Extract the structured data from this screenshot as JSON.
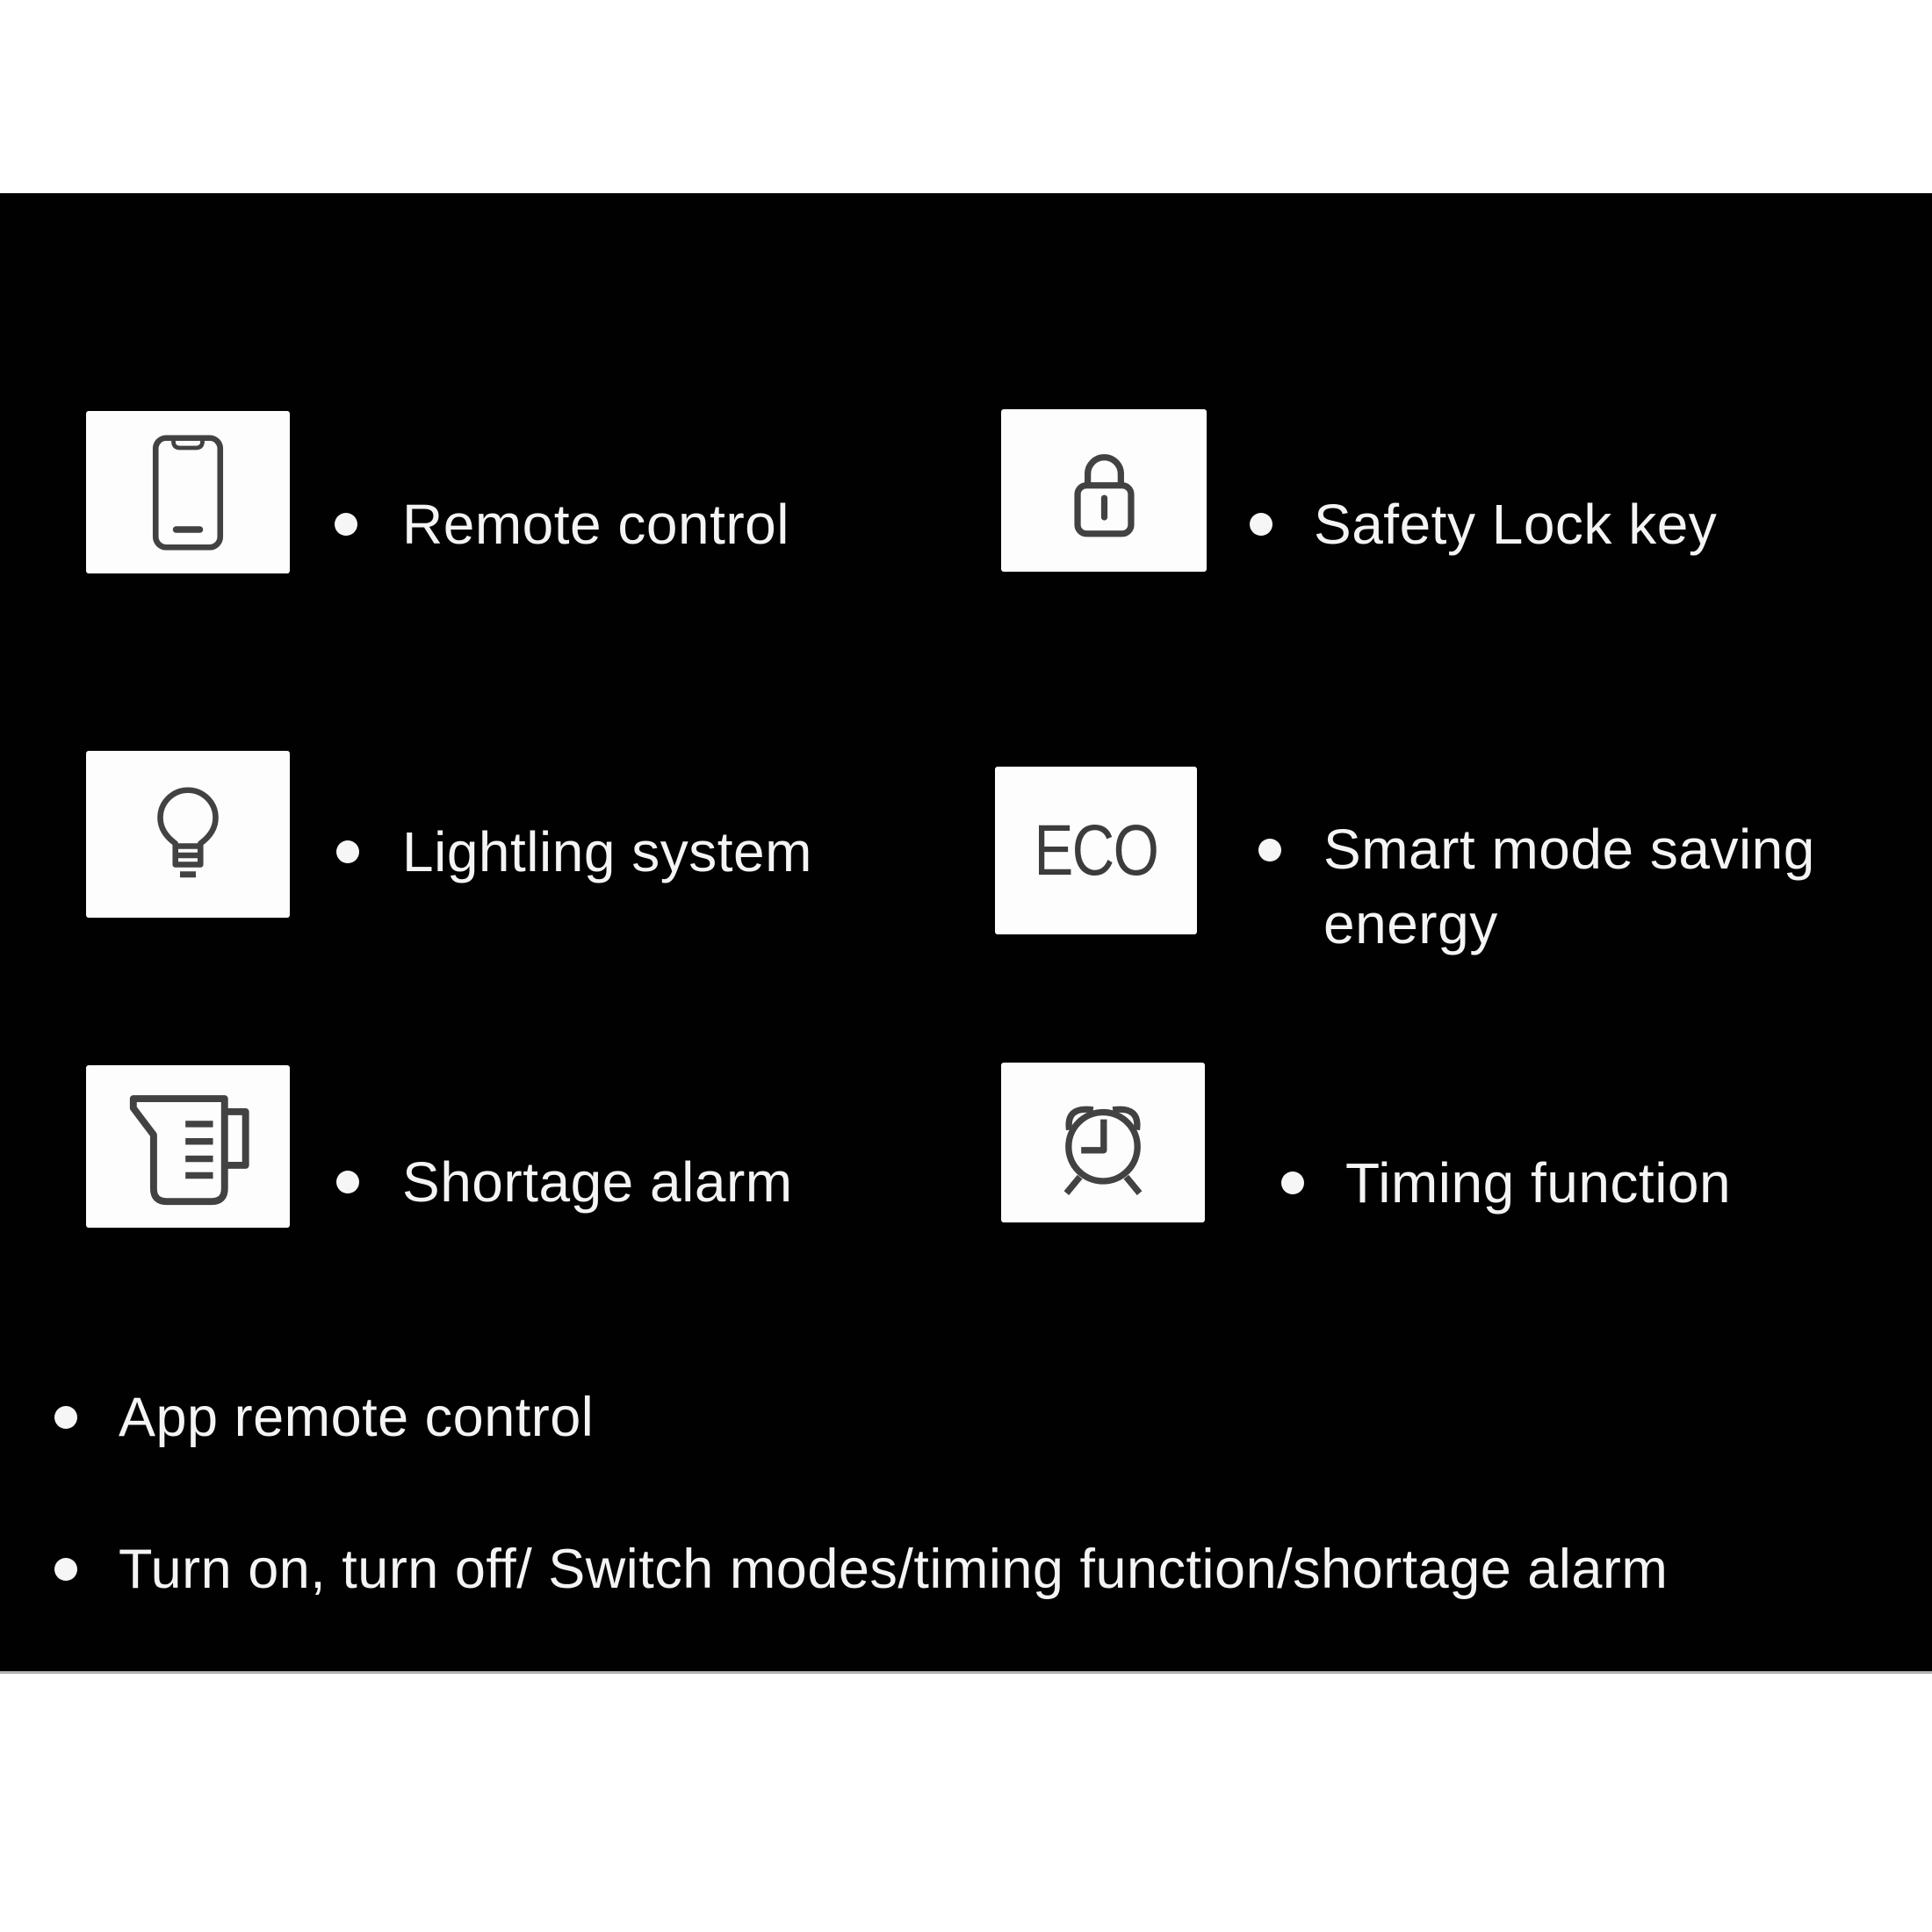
{
  "features": [
    {
      "icon": "smartphone-icon",
      "label": "Remote control"
    },
    {
      "icon": "lock-icon",
      "label": "Safety Lock key"
    },
    {
      "icon": "lightbulb-icon",
      "label": "Lightling system"
    },
    {
      "icon": "eco-badge",
      "badge_text": "ECO",
      "label": "Smart mode saving energy"
    },
    {
      "icon": "measuring-jug-icon",
      "label": "Shortage alarm"
    },
    {
      "icon": "alarm-clock-icon",
      "label": "Timing function"
    }
  ],
  "footer_bullets": [
    "App remote control",
    "Turn on, turn off/ Switch modes/timing function/shortage alarm"
  ],
  "colors": {
    "panel_background": "#010101",
    "tile_background": "#fdfdfd",
    "icon_stroke": "#424242",
    "eco_text": "#3c3c3c",
    "label_text": "#f4f4f4",
    "page_background": "#ffffff",
    "panel_bottom_line": "#b3b3b3"
  }
}
